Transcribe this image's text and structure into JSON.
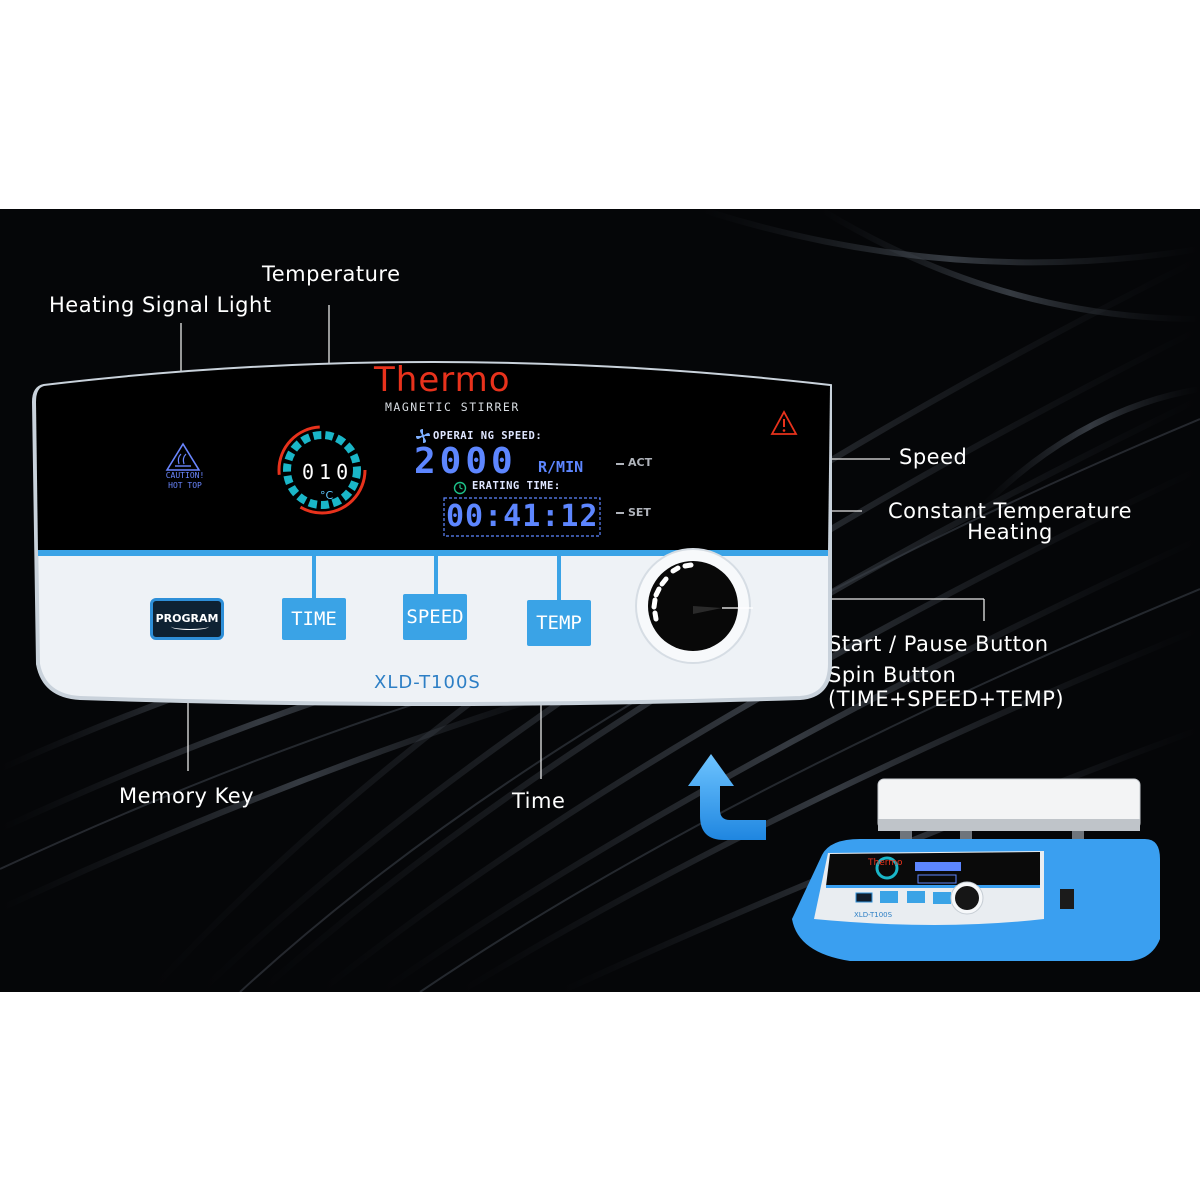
{
  "callouts": {
    "temperature": "Temperature",
    "heating_signal_light": "Heating Signal Light",
    "speed": "Speed",
    "constant_temp_line1": "Constant Temperature",
    "constant_temp_line2": "Heating",
    "start_pause": "Start / Pause Button",
    "spin_button": "Spin  Button",
    "spin_combo": "(TIME+SPEED+TEMP)",
    "memory_key": "Memory Key",
    "time": "Time"
  },
  "panel": {
    "brand": "Thermo",
    "subtitle": "MAGNETIC STIRRER",
    "caution_line1": "CAUTION!",
    "caution_line2": "HOT TOP",
    "temperature_display": "010",
    "temperature_unit": "°C",
    "speed_label": "OPERAI NG SPEED:",
    "speed_value": "2000",
    "speed_unit": "R/MIN",
    "act_tag": "ACT",
    "time_label": "ERATING TIME:",
    "time_value": "00:41:12",
    "set_tag": "SET",
    "buttons": {
      "program": "PROGRAM",
      "time": "TIME",
      "speed": "SPEED",
      "temp": "TEMP"
    },
    "model": "XLD-T100S"
  },
  "colors": {
    "brand_red": "#e8321c",
    "accent_blue": "#3aa3e6",
    "lcd_blue": "#5d86ff",
    "background": "#050608",
    "panel_white": "#eef2f6"
  },
  "icons": {
    "warning": "warning-triangle-icon",
    "hot_surface": "hot-surface-icon",
    "fan": "fan-icon",
    "clock": "alarm-clock-icon",
    "arrow": "curved-arrow-up-icon"
  }
}
